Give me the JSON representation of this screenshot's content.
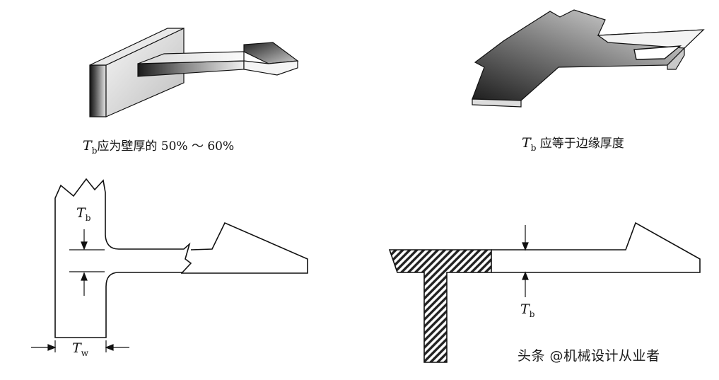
{
  "diagram": {
    "top_left": {
      "symbol": "T",
      "subscript": "b",
      "caption": "应为壁厚的 50% ～ 60%"
    },
    "top_right": {
      "symbol": "T",
      "subscript": "b",
      "caption": " 应等于边缘厚度"
    },
    "bottom_left": {
      "tb_symbol": "T",
      "tb_subscript": "b",
      "tw_symbol": "T",
      "tw_subscript": "w"
    },
    "bottom_right": {
      "tb_symbol": "T",
      "tb_subscript": "b"
    }
  },
  "watermark": "头条 @机械设计从业者"
}
